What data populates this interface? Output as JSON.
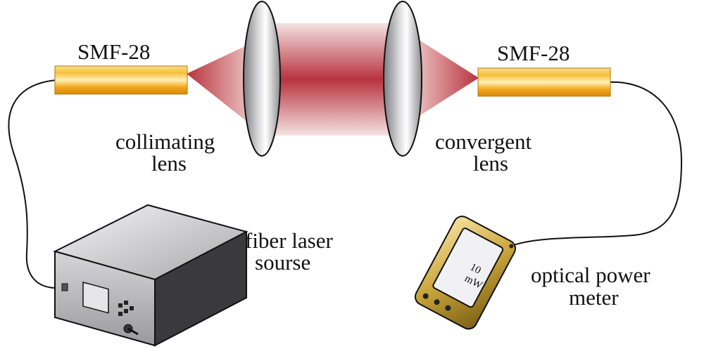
{
  "labels": {
    "fiber_left": "SMF-28",
    "fiber_right": "SMF-28",
    "collimating_line1": "collimating",
    "collimating_line2": "lens",
    "convergent_line1": "convergent",
    "convergent_line2": "lens",
    "laser_line1": "fiber laser",
    "laser_line2": "sourse",
    "meter_line1": "optical power",
    "meter_line2": "meter",
    "meter_reading_value": "10",
    "meter_reading_unit": "mW"
  },
  "colors": {
    "fiber": "#f2a81d",
    "beam": "#b8333f",
    "lens": "#c8c8cc",
    "meter_frame": "#c9a43a",
    "laser_body": "#3a3a3e"
  }
}
